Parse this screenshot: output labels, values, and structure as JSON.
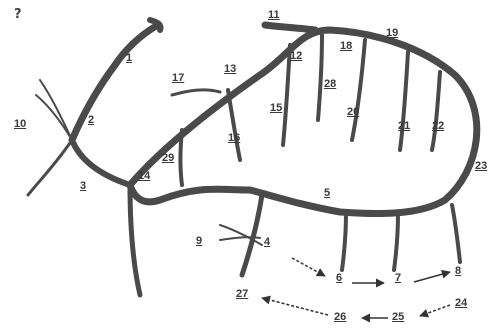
{
  "corner_mark": "?",
  "labels": {
    "l1": "1",
    "l2": "2",
    "l3": "3",
    "l4": "4",
    "l5": "5",
    "l6": "6",
    "l7": "7",
    "l8": "8",
    "l9": "9",
    "l10": "10",
    "l11": "11",
    "l12": "12",
    "l13": "13",
    "l14": "14",
    "l15": "15",
    "l16": "16",
    "l17": "17",
    "l18": "18",
    "l19": "19",
    "l20": "20",
    "l21": "21",
    "l22": "22",
    "l23": "23",
    "l24": "24",
    "l25": "25",
    "l26": "26",
    "l27": "27",
    "l28": "28",
    "l29": "29"
  },
  "colors": {
    "vessel": "#4a4a4a",
    "label": "#3a3a3a",
    "arrow": "#333333"
  }
}
